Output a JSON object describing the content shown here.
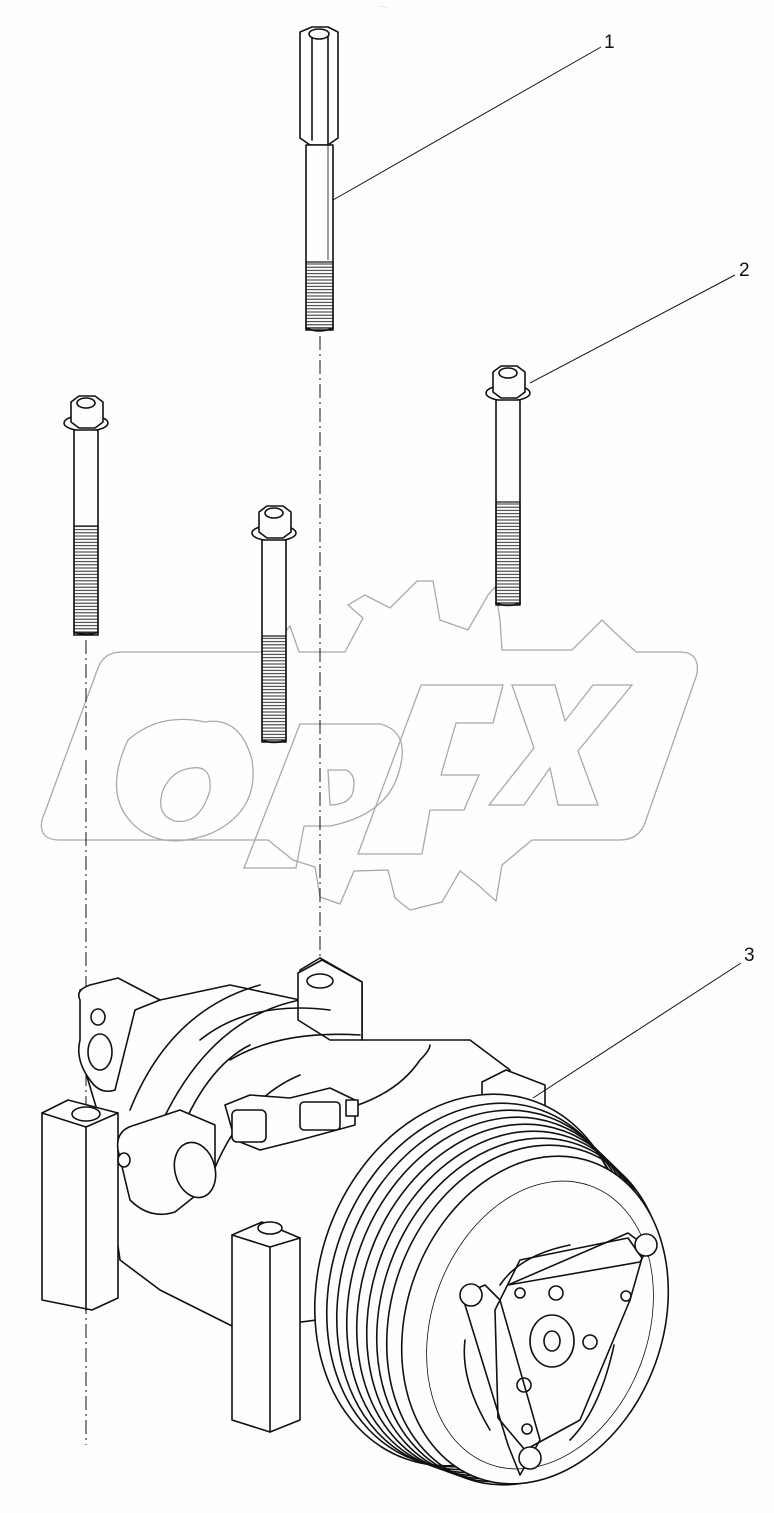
{
  "diagram": {
    "type": "exploded parts diagram",
    "subject": "A/C compressor with mounting bolts",
    "header_mark": "~ .."
  },
  "callouts": [
    {
      "id": "1",
      "label": "1",
      "part": "long spacer stud with hex sleeve"
    },
    {
      "id": "2",
      "label": "2",
      "part": "flange bolt (x3)"
    },
    {
      "id": "3",
      "label": "3",
      "part": "compressor assembly"
    }
  ],
  "watermark": {
    "text": "OPEX",
    "color": "#a9a9a9"
  },
  "colors": {
    "background": "#fdfefd",
    "line": "#111111"
  }
}
